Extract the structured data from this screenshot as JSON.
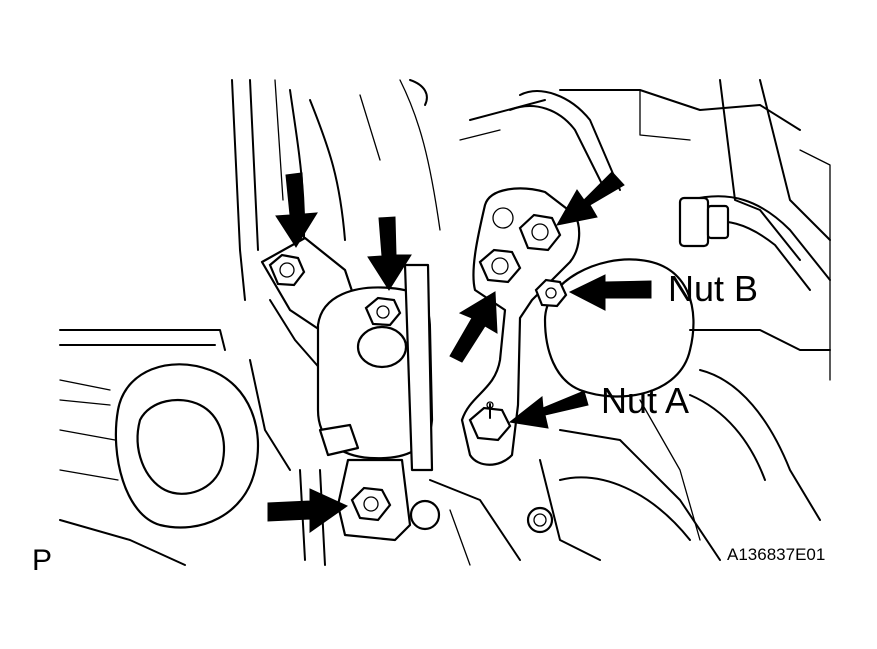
{
  "labels": {
    "nut_b": "Nut B",
    "nut_a": "Nut A",
    "view": "P",
    "figure_code": "A136837E01"
  },
  "colors": {
    "line": "#000000",
    "background": "#ffffff"
  },
  "icons": {
    "pointer": "arrow-icon",
    "fastener": "hex-bolt-icon"
  }
}
